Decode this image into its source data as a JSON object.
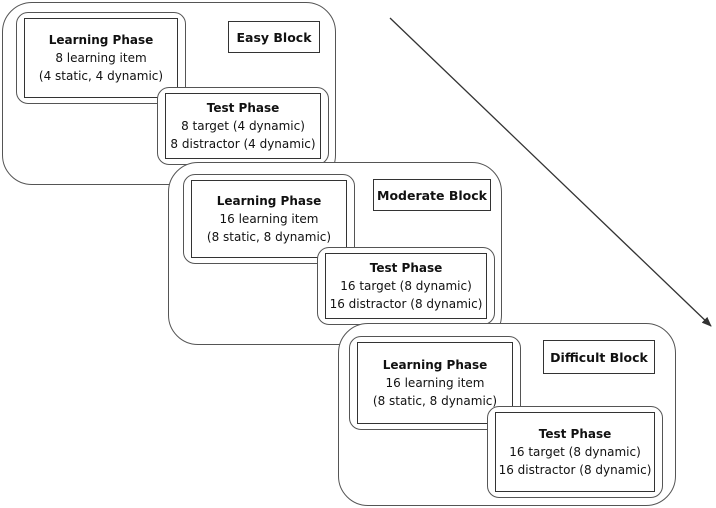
{
  "diagram": {
    "arrow_color": "#333333",
    "blocks": [
      {
        "label": "Easy Block",
        "learning": {
          "title": "Learning Phase",
          "line1": "8 learning item",
          "line2": "(4 static, 4 dynamic)"
        },
        "test": {
          "title": "Test Phase",
          "line1": "8 target (4 dynamic)",
          "line2": "8 distractor (4 dynamic)"
        }
      },
      {
        "label": "Moderate Block",
        "learning": {
          "title": "Learning Phase",
          "line1": "16 learning item",
          "line2": "(8 static, 8 dynamic)"
        },
        "test": {
          "title": "Test Phase",
          "line1": "16 target (8 dynamic)",
          "line2": "16 distractor (8 dynamic)"
        }
      },
      {
        "label": "Difficult Block",
        "learning": {
          "title": "Learning Phase",
          "line1": "16 learning item",
          "line2": "(8 static, 8 dynamic)"
        },
        "test": {
          "title": "Test Phase",
          "line1": "16 target (8 dynamic)",
          "line2": "16 distractor (8 dynamic)"
        }
      }
    ]
  }
}
